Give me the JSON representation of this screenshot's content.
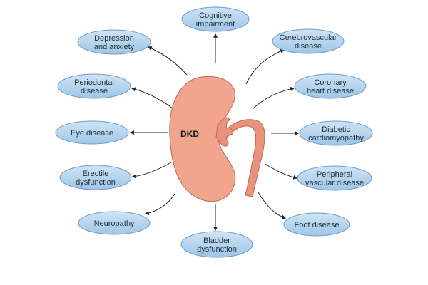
{
  "colors": {
    "node_fill_top": "#cfe4f5",
    "node_fill_bottom": "#9fc6e6",
    "node_stroke": "#6a9cc6",
    "kidney_fill": "#f1a58d",
    "kidney_stroke": "#b9695a",
    "ureter_fill": "#e9927c",
    "arrow": "#222222"
  },
  "center": {
    "label": "DKD",
    "icon": "kidney-icon"
  },
  "nodes": [
    {
      "id": "cognitive",
      "lines": [
        "Cognitive",
        "impairment"
      ]
    },
    {
      "id": "cerebrovascular",
      "lines": [
        "Cerebrovascular",
        "disease"
      ]
    },
    {
      "id": "coronary",
      "lines": [
        "Coronary",
        "heart disease"
      ]
    },
    {
      "id": "diabetic-cardiomyopathy",
      "lines": [
        "Diabetic",
        "cardiomyopathy"
      ]
    },
    {
      "id": "peripheral-vascular",
      "lines": [
        "Peripheral",
        "vascular disease"
      ]
    },
    {
      "id": "foot",
      "lines": [
        "Foot disease"
      ]
    },
    {
      "id": "bladder",
      "lines": [
        "Bladder",
        "dysfunction"
      ]
    },
    {
      "id": "neuropathy",
      "lines": [
        "Neuropathy"
      ]
    },
    {
      "id": "erectile",
      "lines": [
        "Erectile",
        "dysfunction"
      ]
    },
    {
      "id": "eye",
      "lines": [
        "Eye disease"
      ]
    },
    {
      "id": "periodontal",
      "lines": [
        "Periodontal",
        "disease"
      ]
    },
    {
      "id": "depression",
      "lines": [
        "Depression",
        "and anxiety"
      ]
    }
  ]
}
